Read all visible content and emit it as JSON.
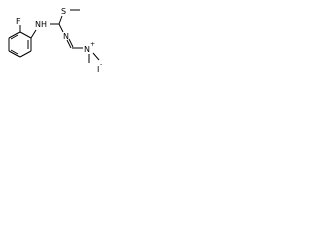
{
  "molecule": {
    "atoms": {
      "sulfur": "S",
      "nh": "NH",
      "fluorine": "F",
      "imine_n": "N",
      "ammonium_n": "N",
      "charge": "+",
      "iodide": "I",
      "iodide_charge": "-"
    }
  }
}
